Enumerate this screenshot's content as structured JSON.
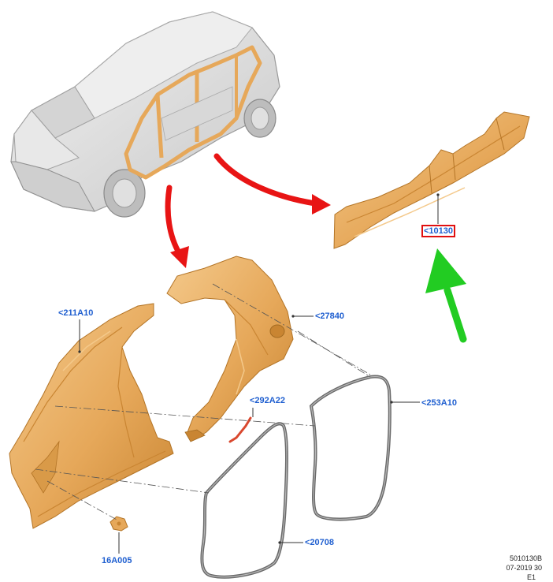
{
  "callouts": {
    "sill": "<10130",
    "aPillar": "<211A10",
    "quarter": "<27840",
    "seal": "<292A22",
    "rearWeather": "<253A10",
    "frontWeather": "<20708",
    "grommet": "16A005"
  },
  "footer": {
    "code": "5010130B",
    "date": "07-2019 30",
    "rev": "E1"
  },
  "colors": {
    "panel": "#e6a85a",
    "panelDark": "#c98532",
    "panelLight": "#f4c98b",
    "calloutText": "#1f5fd0",
    "highlightBox": "#e01010",
    "redArrow": "#e81414",
    "greenArrow": "#22cc22",
    "body": "#dcdcdc",
    "seal": "#6a6a6a"
  }
}
